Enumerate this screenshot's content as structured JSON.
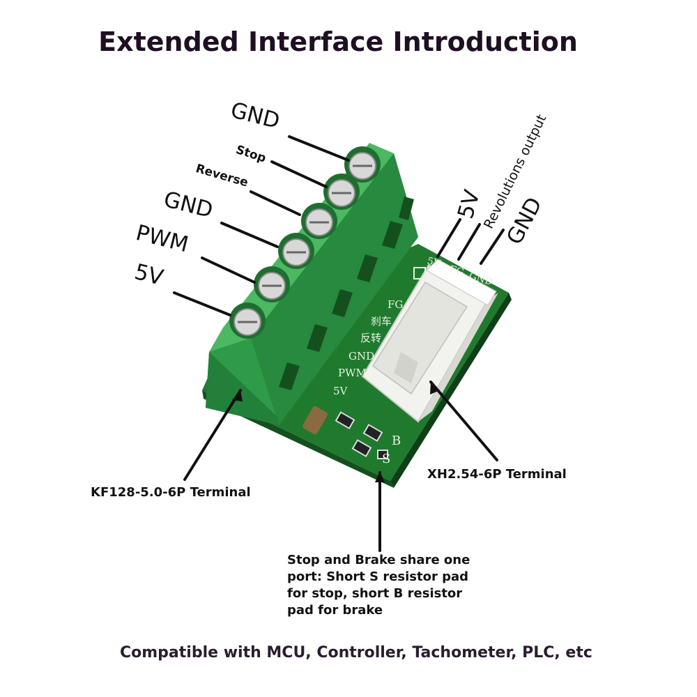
{
  "title": "Extended Interface Introduction",
  "terminal_pins": {
    "gnd_top": "GND",
    "stop": "Stop",
    "reverse": "Reverse",
    "gnd": "GND",
    "pwm": "PWM",
    "v5": "5V"
  },
  "right_pins": {
    "v5": "5V",
    "revolutions": "Revolutions output",
    "gnd": "GND"
  },
  "silkscreen": {
    "top": [
      "5V",
      "FG",
      "GND"
    ],
    "side": [
      "FG",
      "刹车",
      "反转",
      "GND",
      "PWM",
      "5V"
    ],
    "pad_b": "B",
    "pad_s": "S"
  },
  "callouts": {
    "kf128": "KF128-5.0-6P Terminal",
    "xh254": "XH2.54-6P Terminal",
    "stop_brake": [
      "Stop and Brake share one",
      "port: Short S resistor pad",
      "for stop, short B resistor",
      "pad for brake"
    ]
  },
  "footer": "Compatible with MCU, Controller, Tachometer, PLC, etc",
  "colors": {
    "terminal_green": "#2f9a47",
    "pcb_green": "#1f7a2e",
    "connector_white": "#f2f2ee"
  }
}
